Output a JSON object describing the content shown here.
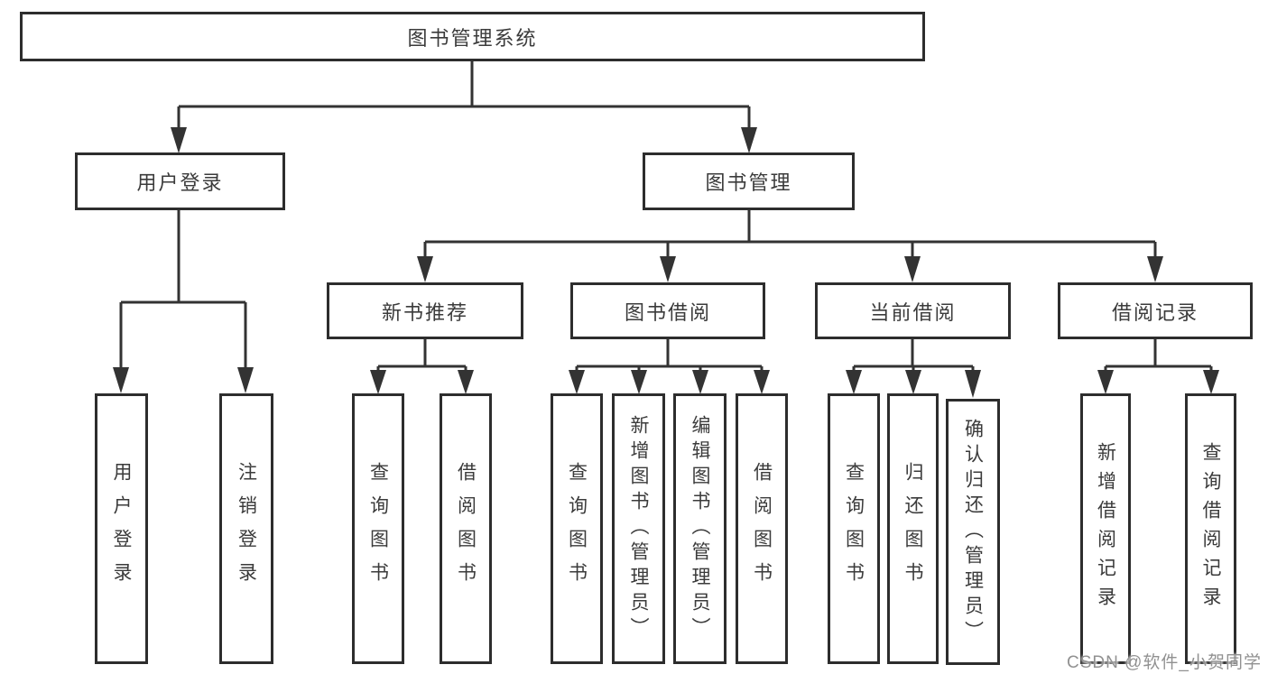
{
  "tree": {
    "root": {
      "label": "图书管理系统"
    },
    "branches": [
      {
        "label": "用户登录",
        "children": [
          {
            "label": "用户登录"
          },
          {
            "label": "注销登录"
          }
        ]
      },
      {
        "label": "图书管理",
        "children": [
          {
            "label": "新书推荐",
            "children": [
              {
                "label": "查询图书"
              },
              {
                "label": "借阅图书"
              }
            ]
          },
          {
            "label": "图书借阅",
            "children": [
              {
                "label": "查询图书"
              },
              {
                "label": "新增图书（管理员）"
              },
              {
                "label": "编辑图书（管理员）"
              },
              {
                "label": "借阅图书"
              }
            ]
          },
          {
            "label": "当前借阅",
            "children": [
              {
                "label": "查询图书"
              },
              {
                "label": "归还图书"
              },
              {
                "label": "确认归还（管理员）"
              }
            ]
          },
          {
            "label": "借阅记录",
            "children": [
              {
                "label": "新增借阅记录"
              },
              {
                "label": "查询借阅记录"
              }
            ]
          }
        ]
      }
    ]
  },
  "watermark": "CSDN @软件_小贺同学",
  "colors": {
    "line": "#333333",
    "border": "#2d2d2d",
    "text": "#3b3b3b",
    "box_background": "#ffffff",
    "watermark": "#919191"
  }
}
